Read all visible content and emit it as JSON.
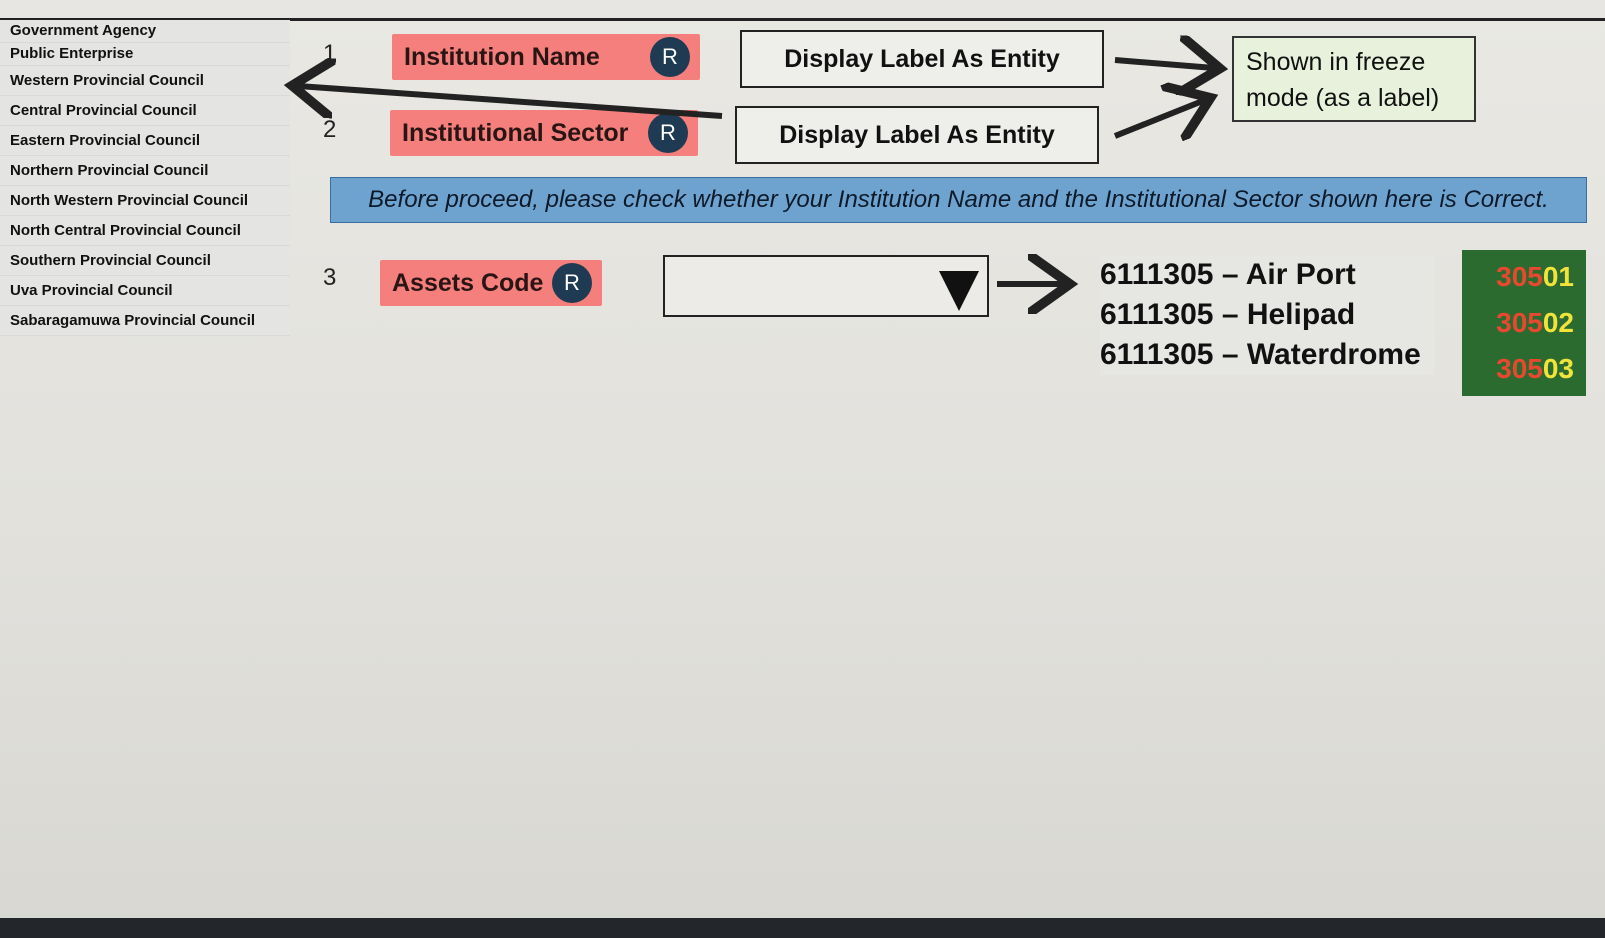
{
  "sector_list": [
    "Government Agency",
    "Public Enterprise",
    "Western Provincial Council",
    "Central Provincial Council",
    "Eastern Provincial Council",
    "Northern Provincial Council",
    "North Western Provincial Council",
    "North Central Provincial Council",
    "Southern Provincial Council",
    "Uva Provincial Council",
    "Sabaragamuwa Provincial Council"
  ],
  "fields": [
    {
      "number": "1",
      "label": "Institution Name",
      "badge": "R",
      "display": "Display Label As Entity"
    },
    {
      "number": "2",
      "label": "Institutional Sector",
      "badge": "R",
      "display": "Display Label As Entity"
    },
    {
      "number": "3",
      "label": "Assets Code",
      "badge": "R"
    }
  ],
  "freeze_note": {
    "line1": "Shown in freeze",
    "line2": "mode (as a label)"
  },
  "notice": "Before proceed, please check whether your Institution Name and the Institutional Sector shown here is Correct.",
  "dropdown": {
    "value": ""
  },
  "asset_options": [
    "6111305 – Air Port",
    "6111305 – Helipad",
    "6111305 – Waterdrome"
  ],
  "asset_codes": [
    {
      "prefix": "305",
      "suffix": "01"
    },
    {
      "prefix": "305",
      "suffix": "02"
    },
    {
      "prefix": "305",
      "suffix": "03"
    }
  ],
  "colors": {
    "field_bg": "#f47f7c",
    "badge_bg": "#1f3b54",
    "notice_bg": "#6fa3cf",
    "freeze_bg": "#e8f1dc",
    "code_bg": "#2b6b30",
    "code_prefix": "#e8482f",
    "code_suffix": "#f2e33b"
  },
  "icons": {
    "dropdown": "triangle-down-icon",
    "arrows": "arrow-right-icon"
  }
}
